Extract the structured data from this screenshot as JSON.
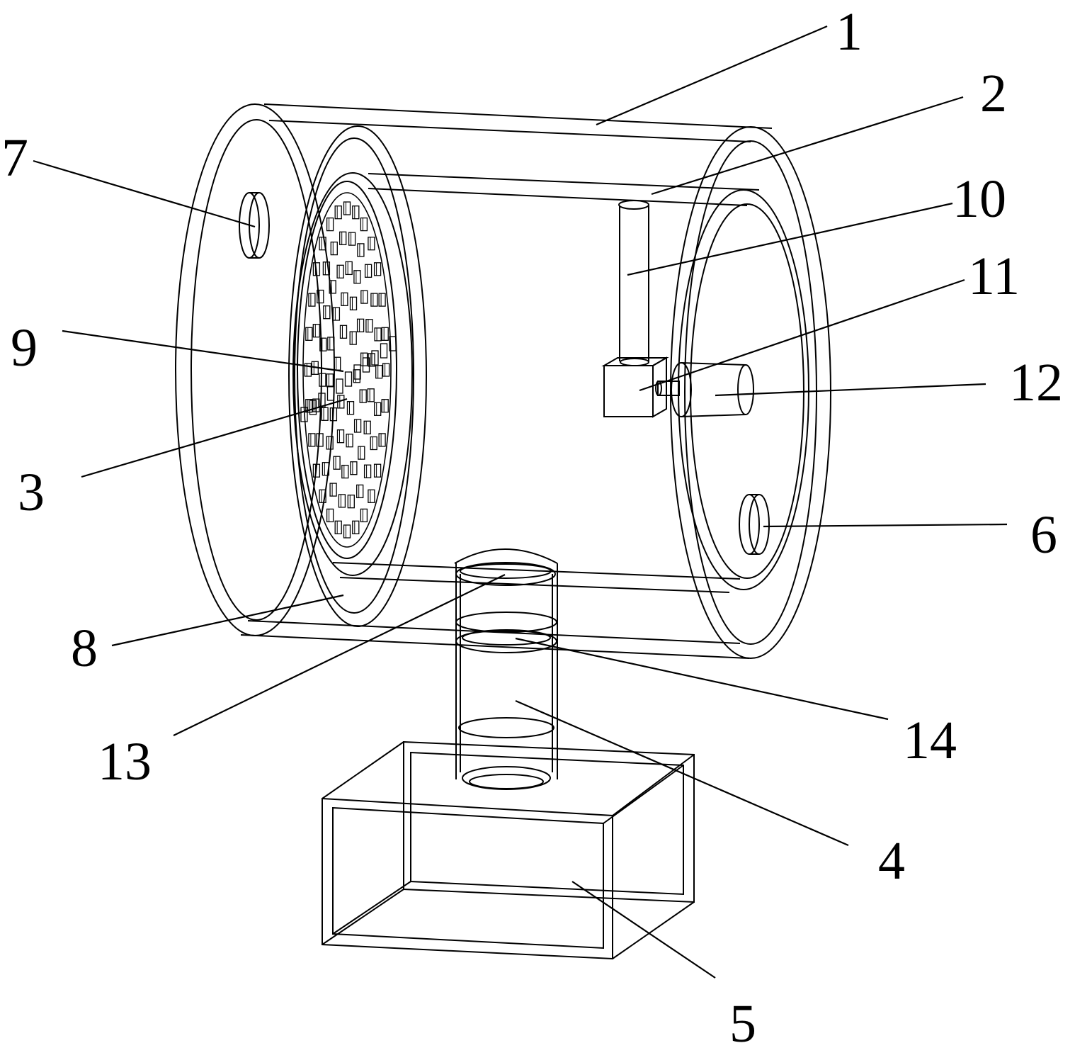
{
  "figure": {
    "background": "#ffffff",
    "stroke_color": "#000000"
  },
  "labels": {
    "n1": "1",
    "n2": "2",
    "n3": "3",
    "n4": "4",
    "n5": "5",
    "n6": "6",
    "n7": "7",
    "n8": "8",
    "n9": "9",
    "n10": "10",
    "n11": "11",
    "n12": "12",
    "n13": "13",
    "n14": "14"
  }
}
